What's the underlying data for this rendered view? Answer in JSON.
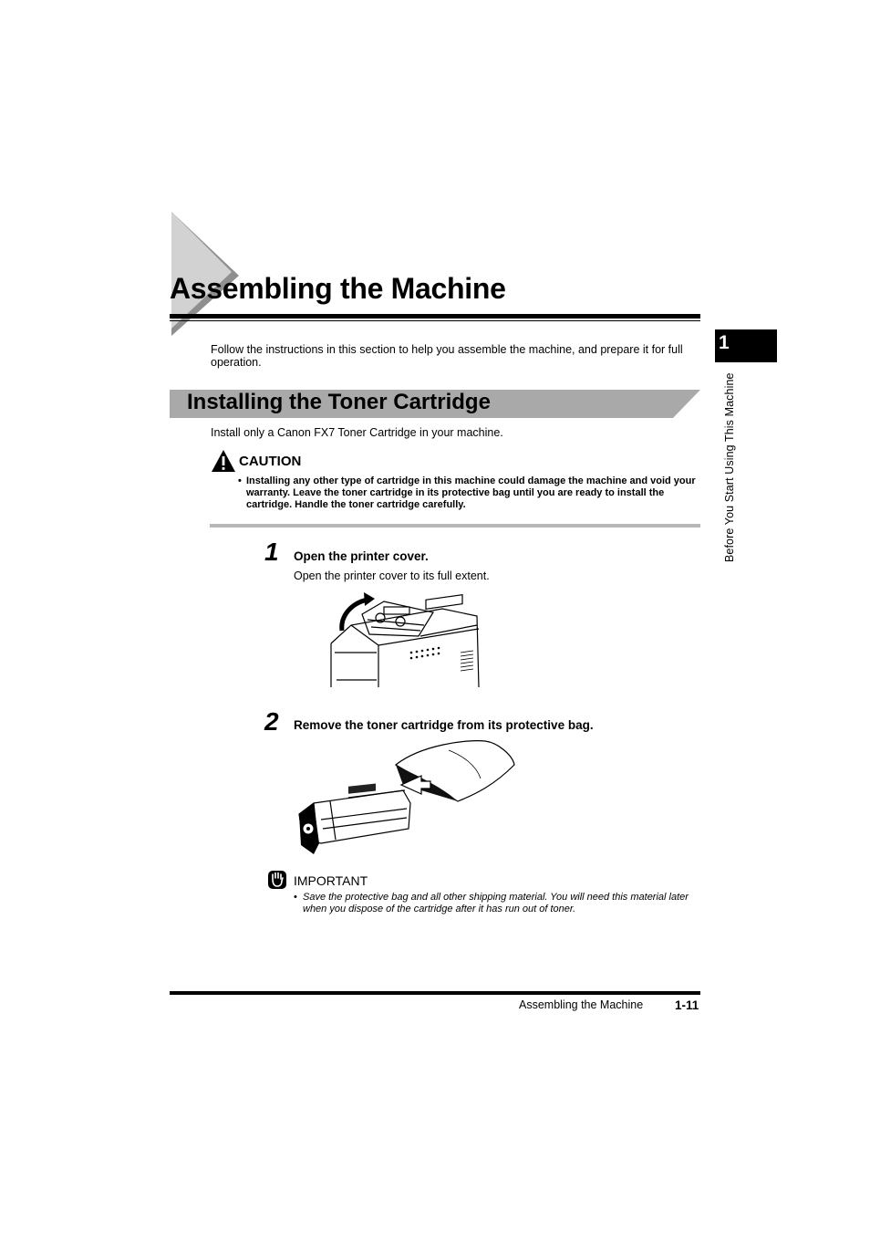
{
  "chapter": {
    "title": "Assembling the Machine",
    "tab_number": "1",
    "side_label": "Before You Start Using This Machine"
  },
  "intro": "Follow the instructions in this section to help you assemble the machine, and prepare it for full operation.",
  "section": {
    "title": "Installing the Toner Cartridge",
    "lead": "Install only a Canon FX7 Toner Cartridge in your machine."
  },
  "caution": {
    "heading": "CAUTION",
    "bullet": "•",
    "text": "Installing any other type of cartridge in this machine could damage the machine and void your warranty. Leave the toner cartridge in its protective bag until you are ready to install the cartridge. Handle the toner cartridge carefully."
  },
  "steps": [
    {
      "number": "1",
      "title": "Open the printer cover.",
      "detail": "Open the printer cover to its full extent."
    },
    {
      "number": "2",
      "title": "Remove the toner cartridge from its protective bag."
    }
  ],
  "important": {
    "heading": "IMPORTANT",
    "bullet": "•",
    "text": "Save the protective bag and all other shipping material. You will need this material later when you dispose of the cartridge after it has run out of toner."
  },
  "footer": {
    "label": "Assembling the Machine",
    "page": "1-11"
  },
  "colors": {
    "section_band": "#a9a9a9",
    "title_arrow_light": "#d6d6d6",
    "title_arrow_dark": "#8f8f8f",
    "caution_rule": "#b7b7b7"
  }
}
